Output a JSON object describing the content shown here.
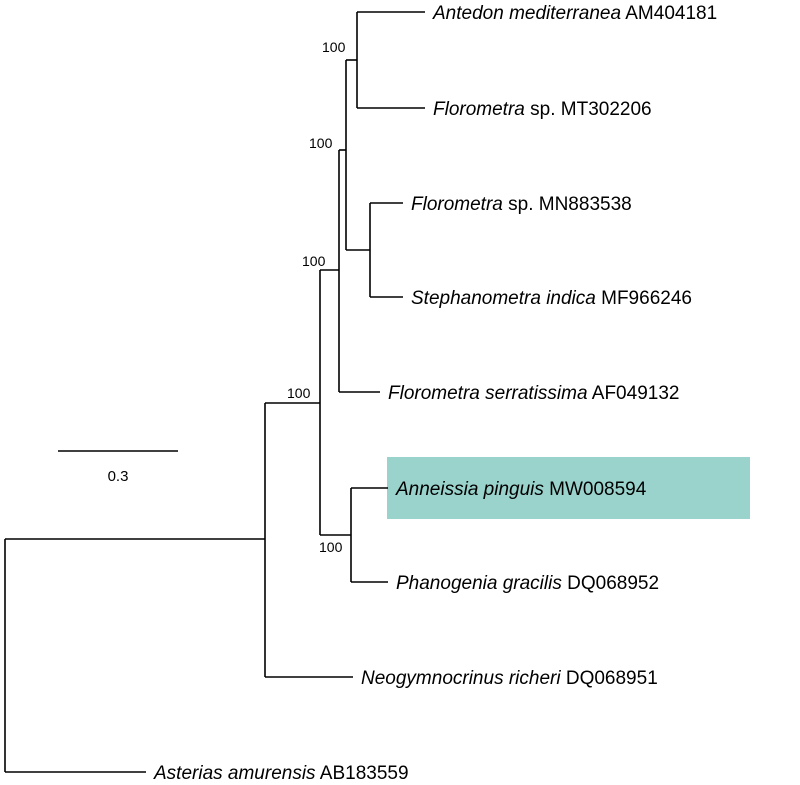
{
  "tree": {
    "colors": {
      "branch": "#000000",
      "highlight": "#99d3cc"
    },
    "taxa": [
      {
        "id": "antedon",
        "italic": "Antedon mediterranea",
        "plain": " AM404181",
        "highlight": false
      },
      {
        "id": "florometra-mt",
        "italic": "Florometra",
        "plain": " sp. MT302206",
        "highlight": false
      },
      {
        "id": "florometra-mn",
        "italic": "Florometra",
        "plain": " sp. MN883538",
        "highlight": false
      },
      {
        "id": "stephanometra",
        "italic": "Stephanometra indica",
        "plain": " MF966246",
        "highlight": false
      },
      {
        "id": "florometra-serr",
        "italic": "Florometra serratissima",
        "plain": " AF049132",
        "highlight": false
      },
      {
        "id": "anneissia",
        "italic": "Anneissia pinguis",
        "plain": " MW008594",
        "highlight": true
      },
      {
        "id": "phanogenia",
        "italic": "Phanogenia gracilis",
        "plain": " DQ068952",
        "highlight": false
      },
      {
        "id": "neogymnocrinus",
        "italic": "Neogymnocrinus richeri",
        "plain": " DQ068951",
        "highlight": false
      },
      {
        "id": "asterias",
        "italic": "Asterias amurensis",
        "plain": " AB183559",
        "highlight": false
      }
    ],
    "support_values": [
      {
        "node": "antedon-florometra",
        "value": "100"
      },
      {
        "node": "antedon-stephanometra",
        "value": "100"
      },
      {
        "node": "antedon-serratissima",
        "value": "100"
      },
      {
        "node": "ingroup",
        "value": "100"
      },
      {
        "node": "anneissia-phanogenia",
        "value": "100"
      }
    ],
    "scale_bar": {
      "value": 0.3,
      "label": "0.3"
    }
  }
}
